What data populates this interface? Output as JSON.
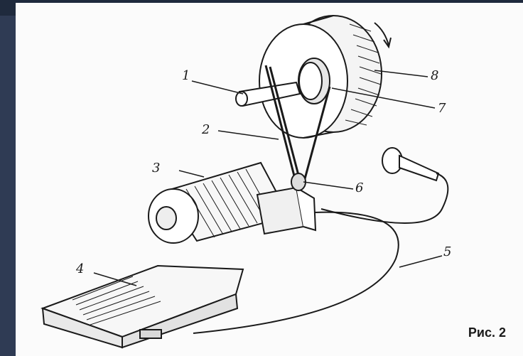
{
  "callouts": {
    "n1": "1",
    "n2": "2",
    "n3": "3",
    "n4": "4",
    "n5": "5",
    "n6": "6",
    "n7": "7",
    "n8": "8"
  },
  "caption": "Рис. 2",
  "colors": {
    "frame": "#2f3b54",
    "paper": "#fbfbfb",
    "ink": "#1a1a1a"
  }
}
